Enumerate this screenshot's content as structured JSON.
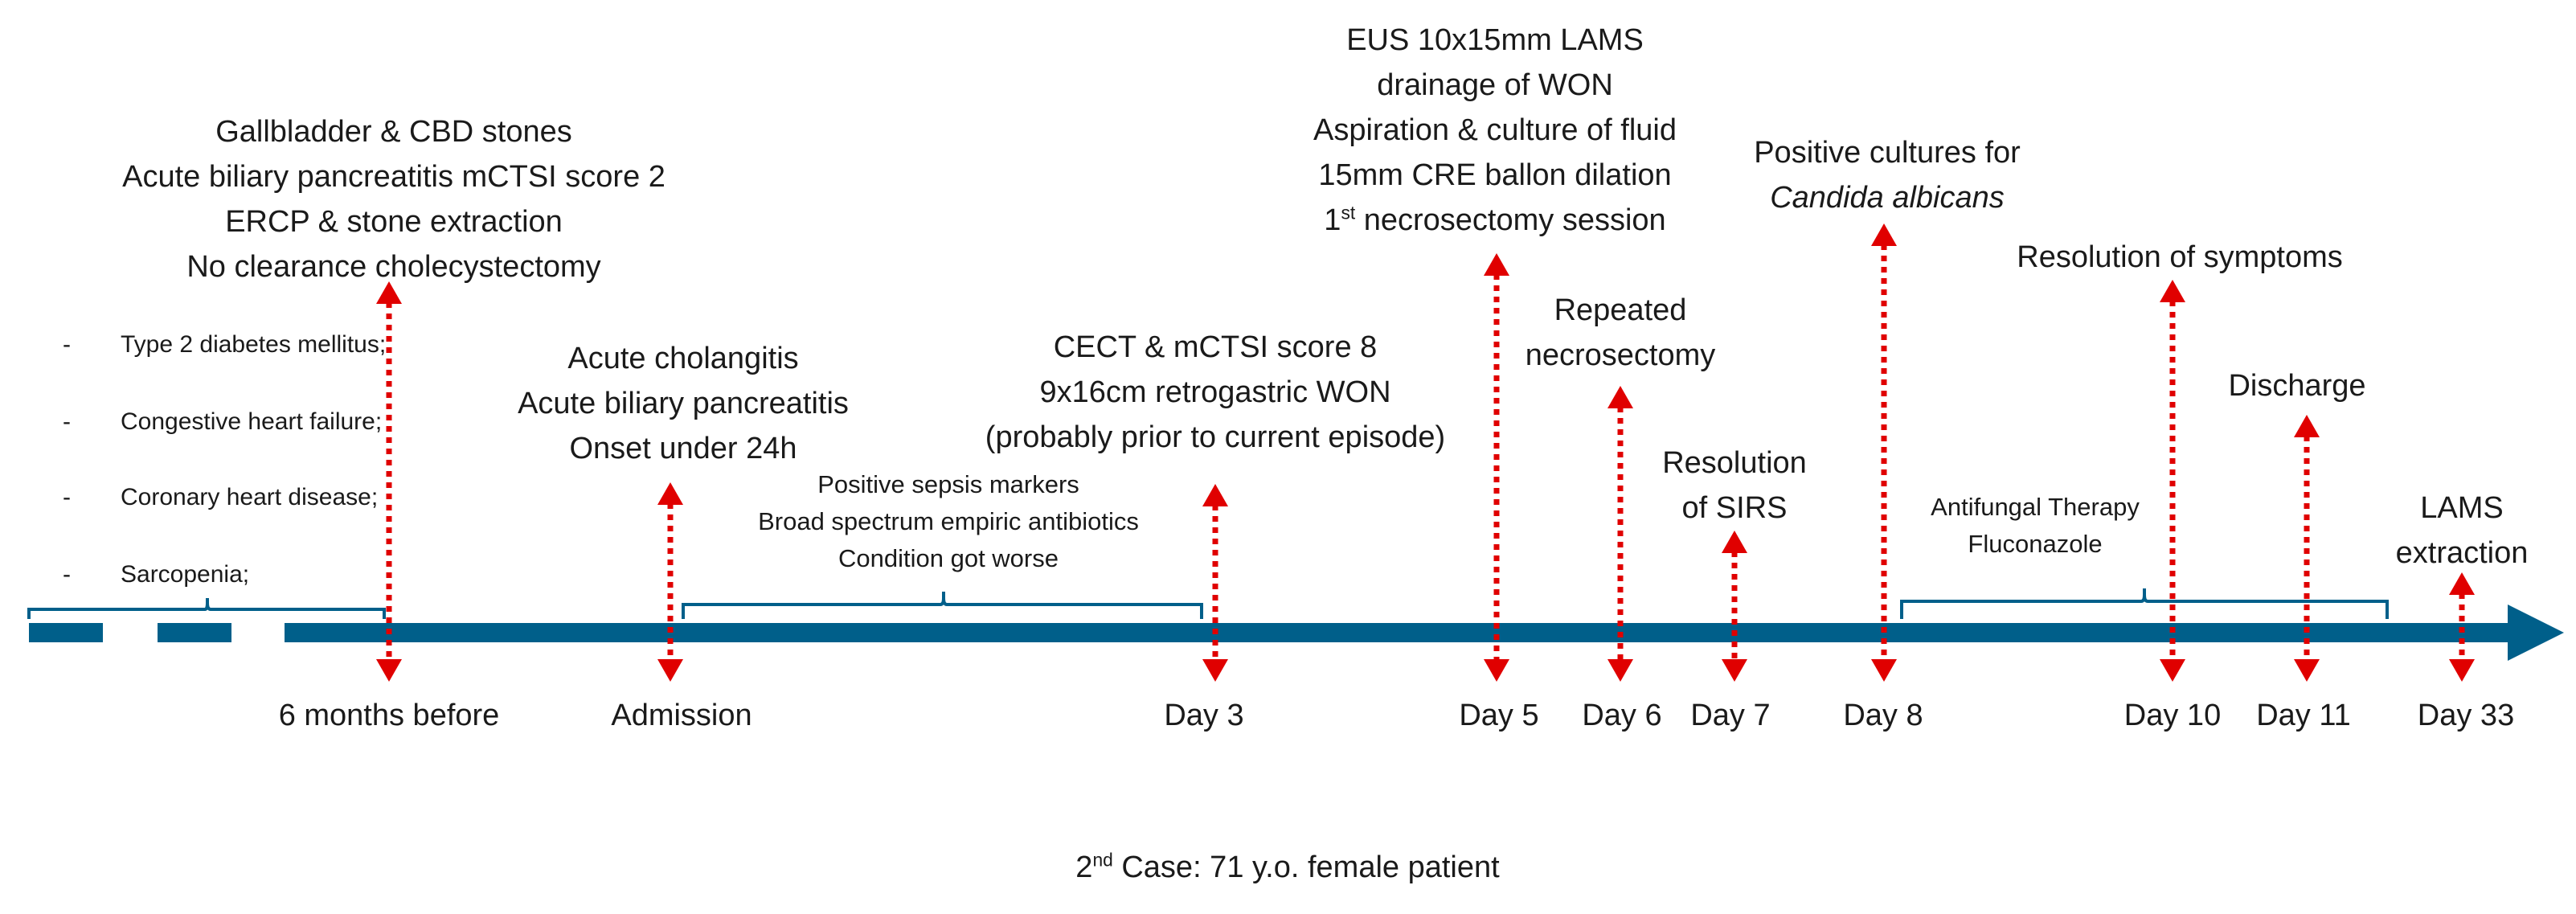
{
  "colors": {
    "axis": "#005f8a",
    "arrow": "#e00000",
    "text": "#1a1a1a"
  },
  "comorbidities": [
    {
      "bullet": "-",
      "text": "Type 2 diabetes mellitus;"
    },
    {
      "bullet": "-",
      "text": "Congestive heart failure;"
    },
    {
      "bullet": "-",
      "text": "Coronary heart disease;"
    },
    {
      "bullet": "-",
      "text": "Sarcopenia;"
    }
  ],
  "events": {
    "history": [
      "Gallbladder & CBD stones",
      "Acute biliary pancreatitis mCTSI score 2",
      "ERCP & stone extraction",
      "No clearance cholecystectomy"
    ],
    "admission": [
      "Acute cholangitis",
      "Acute biliary pancreatitis",
      "Onset under 24h"
    ],
    "sepsis": [
      "Positive sepsis markers",
      "Broad spectrum empiric antibiotics",
      "Condition got worse"
    ],
    "day3": [
      "CECT & mCTSI score 8",
      "9x16cm retrogastric WON",
      "(probably prior to current episode)"
    ],
    "day5": [
      "EUS 10x15mm LAMS",
      "drainage of WON",
      "Aspiration & culture of fluid",
      "15mm CRE ballon dilation"
    ],
    "day5_last": {
      "pre": "1",
      "sup": "st",
      "post": " necrosectomy session"
    },
    "day6": [
      "Repeated",
      "necrosectomy"
    ],
    "day7": [
      "Resolution",
      "of SIRS"
    ],
    "day8": {
      "line1": "Positive cultures for",
      "line2_italic": "Candida albicans"
    },
    "day10": "Resolution of symptoms",
    "antifungal": [
      "Antifungal Therapy",
      "Fluconazole"
    ],
    "day11": "Discharge",
    "day33": [
      "LAMS",
      "extraction"
    ]
  },
  "day_labels": {
    "before": "6 months before",
    "admission": "Admission",
    "d3": "Day 3",
    "d5": "Day 5",
    "d6": "Day 6",
    "d7": "Day 7",
    "d8": "Day 8",
    "d10": "Day 10",
    "d11": "Day 11",
    "d33": "Day 33"
  },
  "footer": {
    "pre": "2",
    "sup": "nd",
    "post": " Case: 71 y.o. female patient"
  }
}
